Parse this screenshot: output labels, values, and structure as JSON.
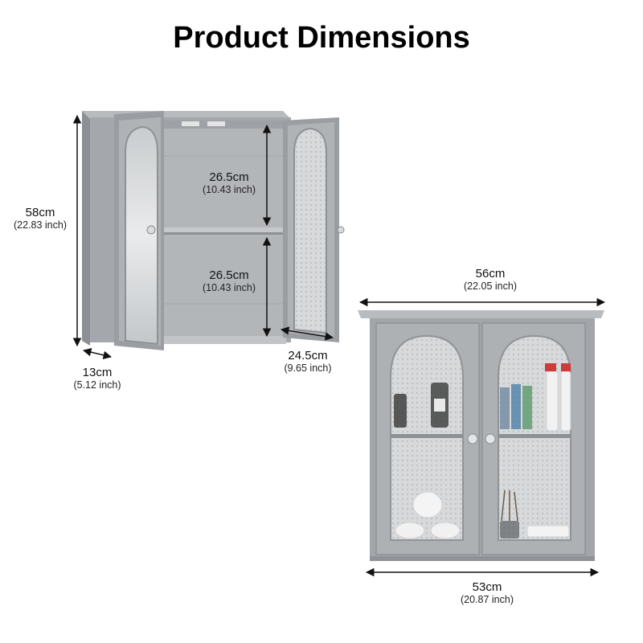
{
  "title": "Product Dimensions",
  "colors": {
    "cabinet": "#9c9fa3",
    "cabinet_dark": "#7f8286",
    "interior": "#b6b9bc",
    "glass": "#e4e6e8",
    "arrow": "#111111"
  },
  "dimensions": {
    "height": {
      "cm": "58cm",
      "inch": "(22.83 inch)"
    },
    "shelf_upper": {
      "cm": "26.5cm",
      "inch": "(10.43 inch)"
    },
    "shelf_lower": {
      "cm": "26.5cm",
      "inch": "(10.43 inch)"
    },
    "depth": {
      "cm": "13cm",
      "inch": "(5.12 inch)"
    },
    "door_width": {
      "cm": "24.5cm",
      "inch": "(9.65 inch)"
    },
    "top_width": {
      "cm": "56cm",
      "inch": "(22.05 inch)"
    },
    "body_width": {
      "cm": "53cm",
      "inch": "(20.87 inch)"
    }
  }
}
